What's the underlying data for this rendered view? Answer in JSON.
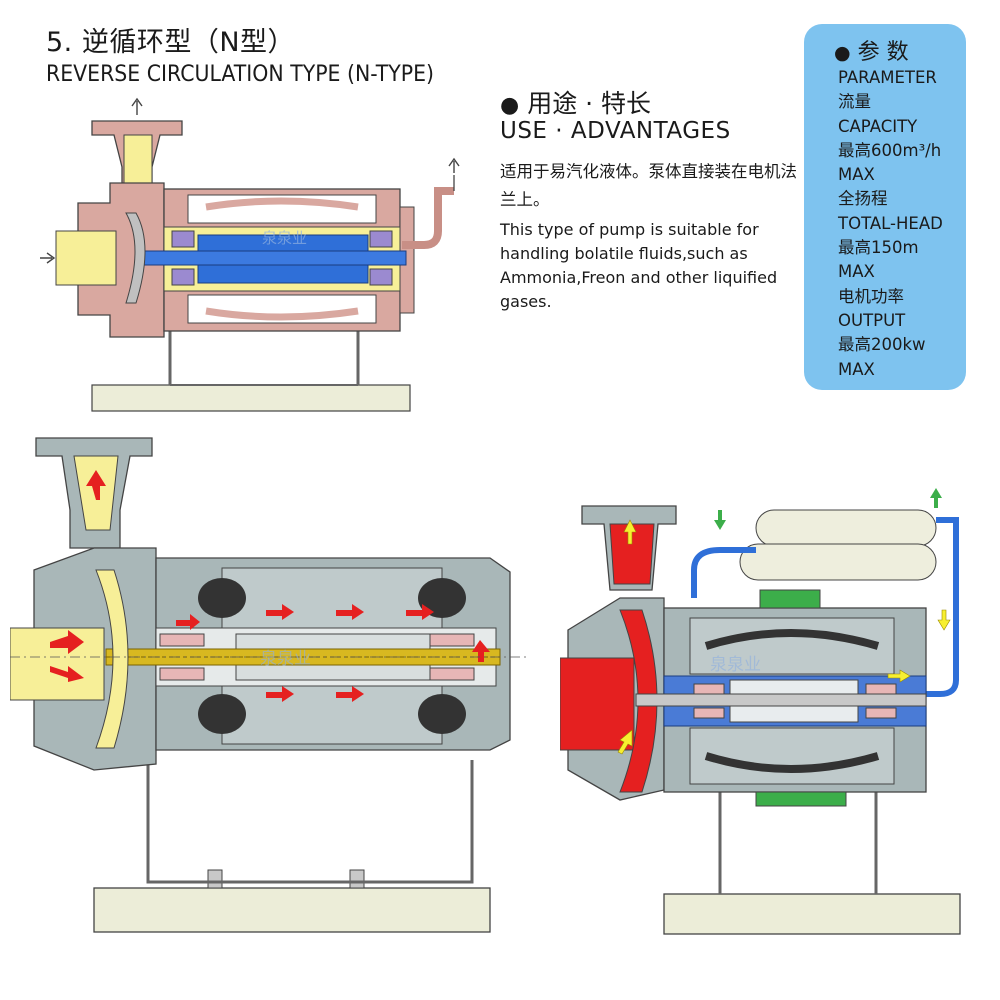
{
  "header": {
    "title_cn": "5. 逆循环型（N型）",
    "title_en": "REVERSE CIRCULATION TYPE (N-TYPE)"
  },
  "use": {
    "title_cn": "用途 · 特长",
    "title_en": "USE  · ADVANTAGES",
    "desc_cn": "适用于易汽化液体。泵体直接装在电机法兰上。",
    "desc_en": "This type of pump is suitable for handling bolatile fluids,such as Ammonia,Freon and other liquified gases."
  },
  "parameters": {
    "title_cn": "参 数",
    "items": [
      "PARAMETER",
      "流量",
      "CAPACITY",
      "最高600m³/h",
      "MAX",
      "全扬程",
      "TOTAL-HEAD",
      "最高150m",
      "MAX",
      "电机功率",
      "OUTPUT",
      "最高200kw",
      "MAX"
    ]
  },
  "watermarks": [
    "泉泉业",
    "泉泉业"
  ],
  "colors": {
    "casing_top": "#d9a8a0",
    "fluid_yellow": "#f7ef98",
    "rotor_blue": "#2f6fd8",
    "casing_gray": "#a9b7b8",
    "fluid_red": "#e52020",
    "base_plate": "#ecedd8",
    "param_box": "#7ec3ef"
  }
}
